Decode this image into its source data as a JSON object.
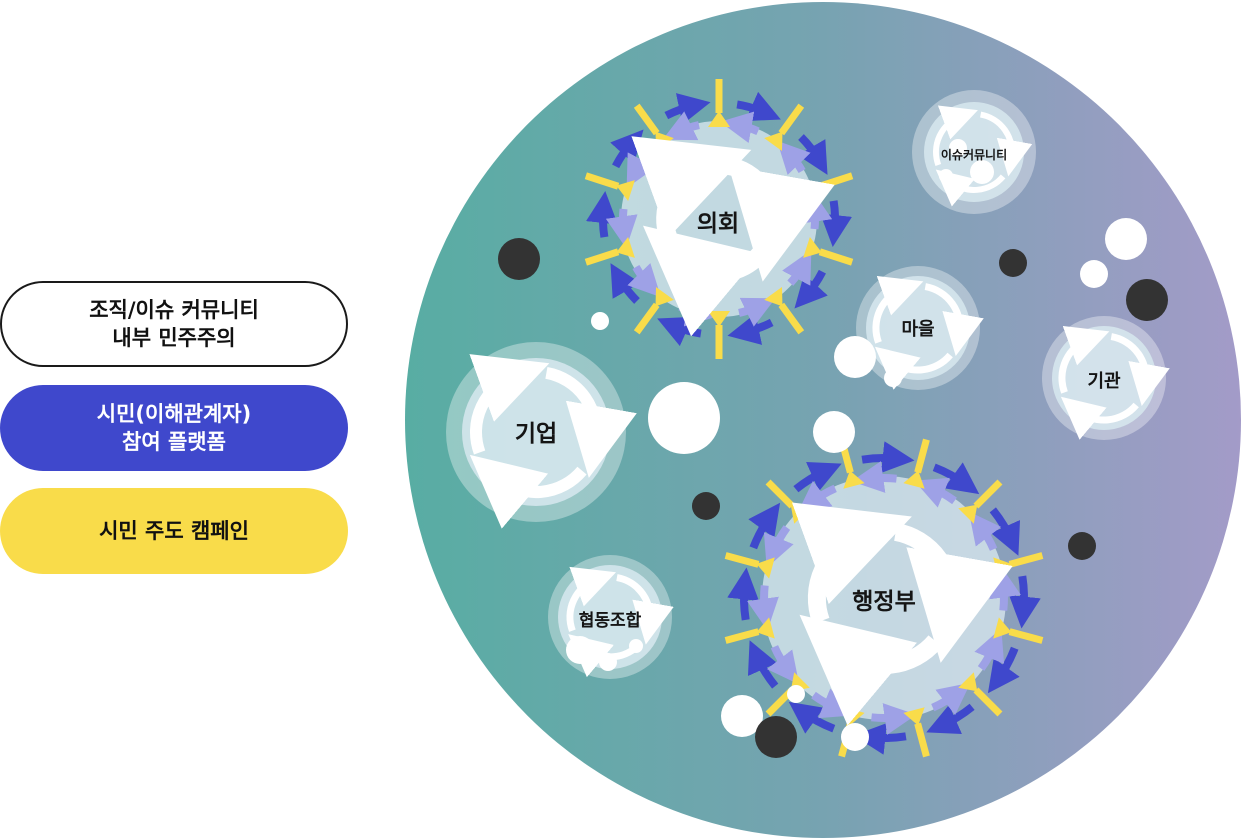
{
  "legend": {
    "internal_democracy": "조직/이슈 커뮤니티\n내부 민주주의",
    "citizen_platform": "시민(이해관계자)\n참여 플랫폼",
    "citizen_campaign": "시민 주도 캠페인"
  },
  "nodes": {
    "assembly": "의회",
    "issue_community": "이슈커뮤니티",
    "village": "마을",
    "agency": "기관",
    "company": "기업",
    "government": "행정부",
    "cooperative": "협동조합"
  },
  "colors": {
    "gradient_left": "#5aaea4",
    "gradient_right": "#a29bc6",
    "platform_blue": "#3f48cc",
    "campaign_yellow": "#f9dc4a",
    "dot_dark": "#333333"
  }
}
